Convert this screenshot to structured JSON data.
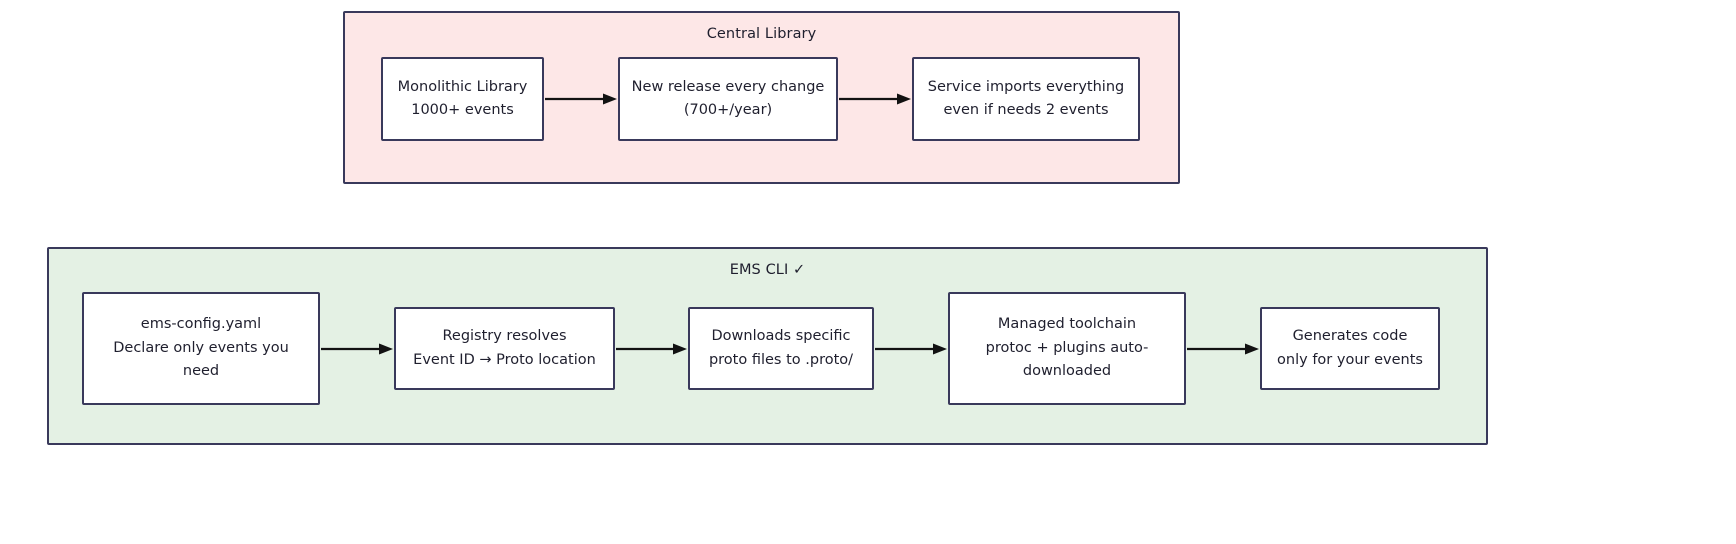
{
  "diagram": {
    "type": "flowchart",
    "direction": "left-to-right",
    "colors": {
      "central_library_fill": "#fde7e7",
      "ems_cli_fill": "#e4f1e4",
      "node_fill": "#ffffff",
      "stroke": "#39395b",
      "text": "#1f1f2e",
      "arrow": "#121212"
    },
    "panels": [
      {
        "id": "central-library",
        "title": "Central Library",
        "nodes": [
          {
            "id": "monolithic-library",
            "lines": [
              "Monolithic Library",
              "1000+ events"
            ]
          },
          {
            "id": "new-release",
            "lines": [
              "New release every change",
              "(700+/year)"
            ]
          },
          {
            "id": "service-imports",
            "lines": [
              "Service imports everything",
              "even if needs 2 events"
            ]
          }
        ],
        "edges": [
          {
            "from": "monolithic-library",
            "to": "new-release",
            "label": ""
          },
          {
            "from": "new-release",
            "to": "service-imports",
            "label": ""
          }
        ]
      },
      {
        "id": "ems-cli",
        "title": "EMS CLI ✓",
        "nodes": [
          {
            "id": "ems-config",
            "lines": [
              "ems-config.yaml",
              "Declare only events you",
              "need"
            ]
          },
          {
            "id": "registry-resolves",
            "lines": [
              "Registry resolves",
              "Event ID → Proto location"
            ]
          },
          {
            "id": "downloads-proto",
            "lines": [
              "Downloads specific",
              "proto files to .proto/"
            ]
          },
          {
            "id": "managed-toolchain",
            "lines": [
              "Managed toolchain",
              "protoc + plugins auto-",
              "downloaded"
            ]
          },
          {
            "id": "generates-code",
            "lines": [
              "Generates code",
              "only for your events"
            ]
          }
        ],
        "edges": [
          {
            "from": "ems-config",
            "to": "registry-resolves",
            "label": ""
          },
          {
            "from": "registry-resolves",
            "to": "downloads-proto",
            "label": ""
          },
          {
            "from": "downloads-proto",
            "to": "managed-toolchain",
            "label": ""
          },
          {
            "from": "managed-toolchain",
            "to": "generates-code",
            "label": ""
          }
        ]
      }
    ]
  }
}
